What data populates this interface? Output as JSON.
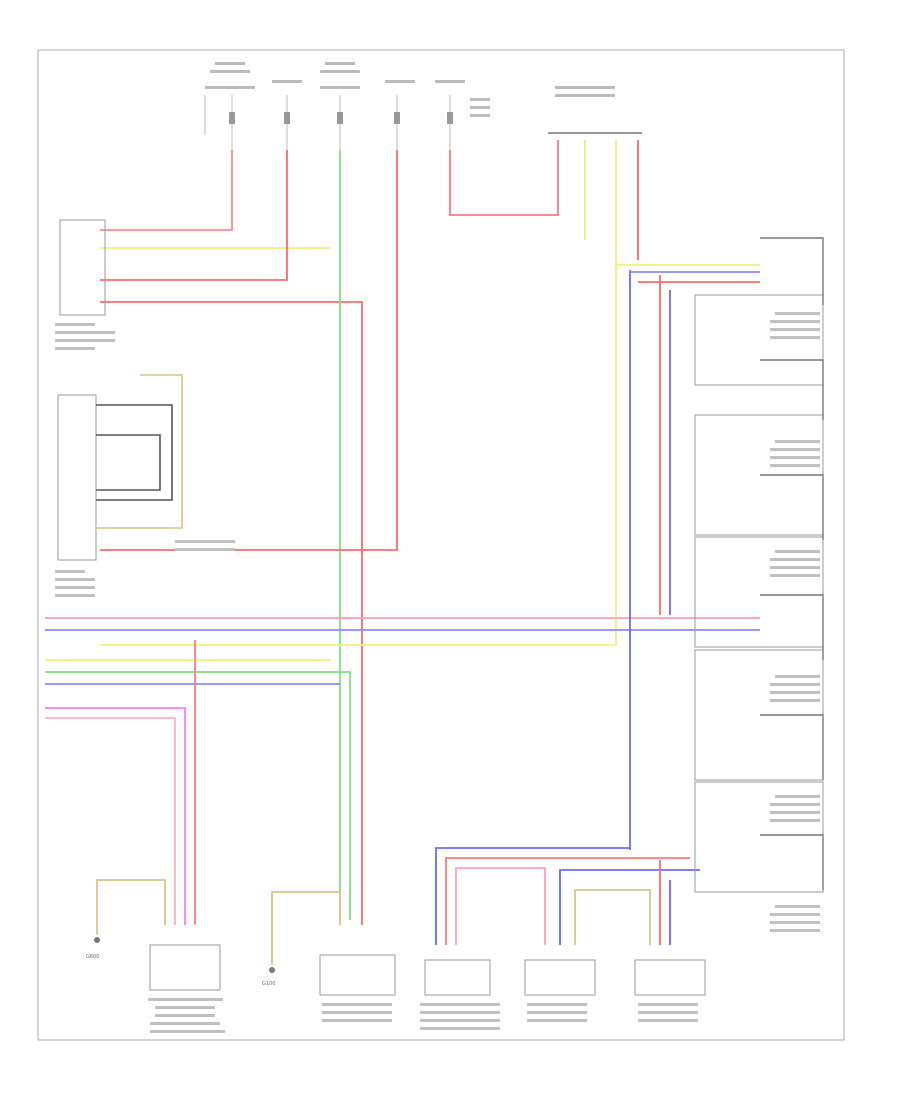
{
  "page_id": "",
  "ground_labels": [
    "G600",
    "G100"
  ],
  "wire_color_codes": {
    "red": "#ff6a6a",
    "pink": "#ff9aae",
    "blue": "#6a6aff",
    "yellow": "#f0ef7a",
    "green": "#6fe06f",
    "gray": "#555555",
    "tan": "#c8b078",
    "magenta": "#ff6aff"
  },
  "legend_groups": {
    "fuse_block_count": 5,
    "ecu_count": 8,
    "bottom_connector_count": 5
  }
}
